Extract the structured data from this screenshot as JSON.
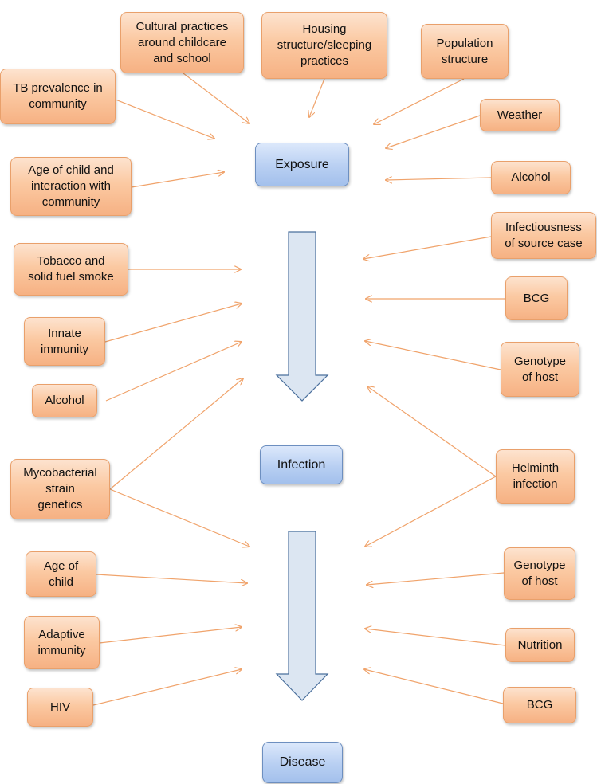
{
  "stages": {
    "exposure": "Exposure",
    "infection": "Infection",
    "disease": "Disease"
  },
  "factors": {
    "cultural_practices": "Cultural practices\naround childcare\nand school",
    "housing_structure": "Housing\nstructure/sleeping\npractices",
    "population_structure": "Population\nstructure",
    "tb_prevalence": "TB prevalence in\ncommunity",
    "weather": "Weather",
    "age_interaction": "Age of child and\ninteraction with\ncommunity",
    "alcohol_exposure": "Alcohol",
    "tobacco_smoke": "Tobacco and\nsolid fuel smoke",
    "infectiousness_source": "Infectiousness\nof source case",
    "innate_immunity": "Innate\nimmunity",
    "bcg_infection": "BCG",
    "alcohol_infection": "Alcohol",
    "genotype_infection": "Genotype\nof host",
    "mycobacterial_genetics": "Mycobacterial\nstrain\ngenetics",
    "helminth_infection": "Helminth\ninfection",
    "age_of_child": "Age of\nchild",
    "genotype_disease": "Genotype\nof host",
    "adaptive_immunity": "Adaptive\nimmunity",
    "nutrition": "Nutrition",
    "hiv": "HIV",
    "bcg_disease": "BCG"
  },
  "colors": {
    "connector": "#f0a36b",
    "big_arrow_fill": "#dce6f2",
    "big_arrow_stroke": "#4a6f9c"
  }
}
